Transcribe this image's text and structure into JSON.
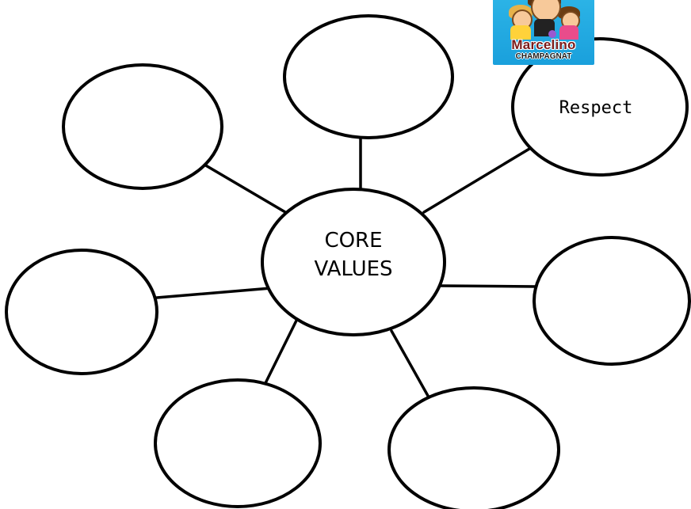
{
  "diagram": {
    "center_line_1": "CORE",
    "center_line_2": "VALUES",
    "bubbles": {
      "top": "",
      "top_left": "",
      "top_right": "Respect",
      "left": "",
      "right": "",
      "bottom_left": "",
      "bottom_right": ""
    }
  },
  "logo": {
    "name": "Marcelino",
    "subtitle": "CHAMPAGNAT"
  },
  "colors": {
    "stroke": "#000000",
    "background": "#ffffff",
    "logo_background": "#2bb3e6"
  }
}
